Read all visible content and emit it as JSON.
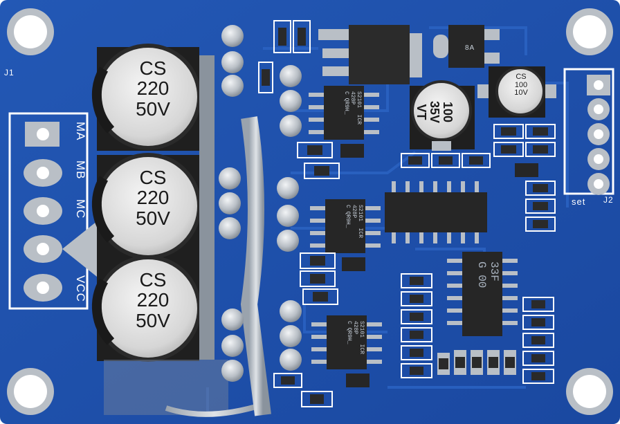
{
  "board": {
    "header_left": "J1",
    "header_right": "J2",
    "set_label": "set",
    "motor_pins": [
      "MA",
      "MB",
      "MC",
      "VCC"
    ],
    "big_caps": [
      {
        "brand": "CS",
        "value": "220",
        "voltage": "50V"
      },
      {
        "brand": "CS",
        "value": "220",
        "voltage": "50V"
      },
      {
        "brand": "CS",
        "value": "220",
        "voltage": "50V"
      }
    ],
    "mid_cap": {
      "value": "100",
      "voltage": "35V",
      "suffix": "VT"
    },
    "small_cap": {
      "brand": "CS",
      "value": "100",
      "voltage": "10V"
    },
    "drivers": [
      {
        "line1": "S2101  ICR",
        "line2": "428P",
        "line3": "C QR9H_"
      },
      {
        "line1": "S2101  ICR",
        "line2": "428P",
        "line3": "C QR9H_"
      },
      {
        "line1": "S2101  ICR",
        "line2": "428P",
        "line3": "C QR9H_"
      }
    ],
    "mcu_chip": {
      "line1": "33F",
      "line2": "G 00"
    },
    "regulator_label": "8A",
    "colors": {
      "pcb": "#1d4fa8",
      "silkscreen": "#ffffff",
      "solder": "#c8cdd2",
      "cap_body": "#d8d8d8",
      "chip": "#262626",
      "resistor": "#2a2a2a"
    }
  }
}
